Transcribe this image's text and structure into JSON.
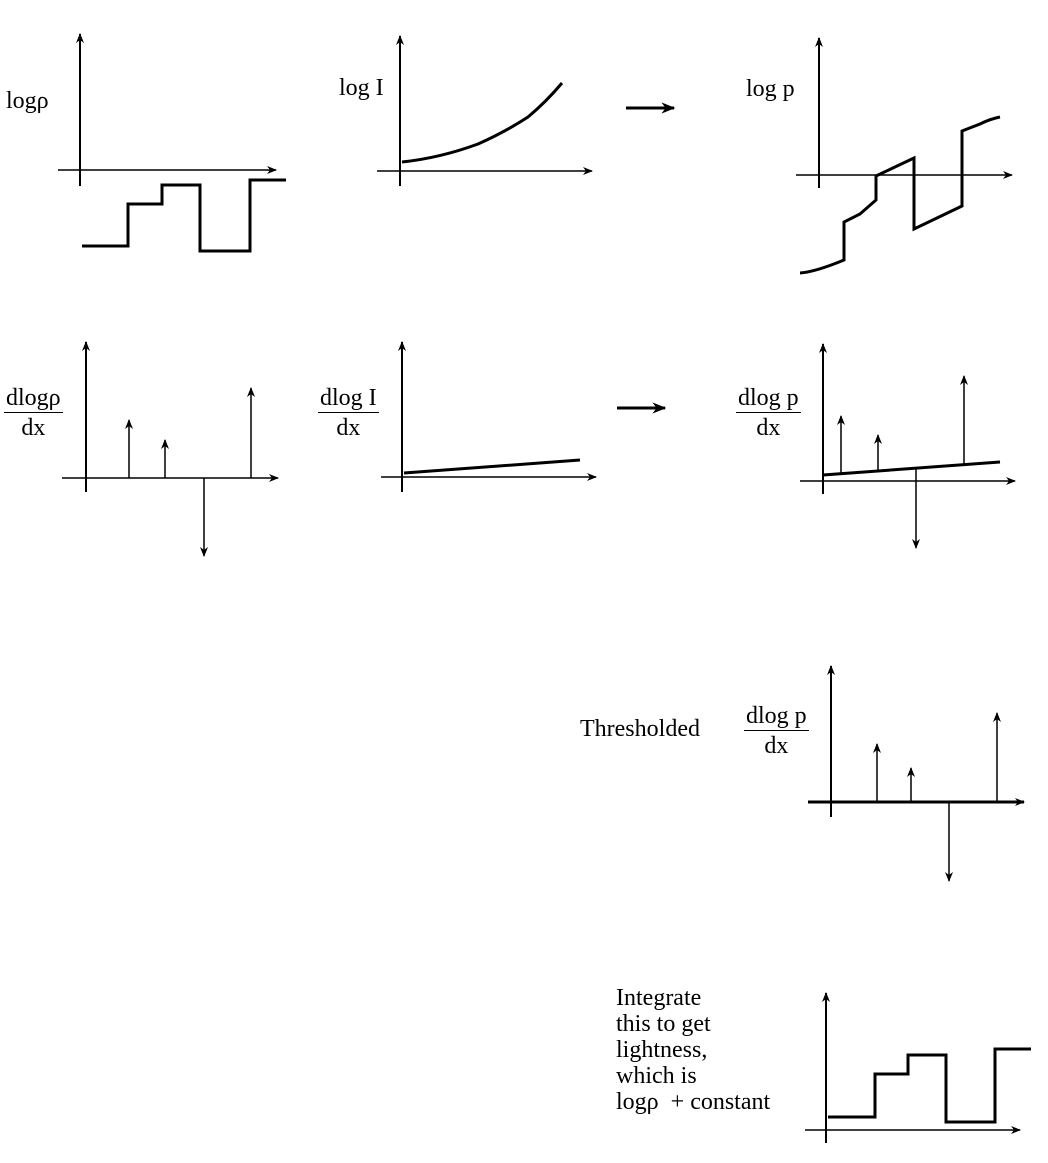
{
  "panel_log_rho": {
    "label": "logρ"
  },
  "panel_log_I": {
    "label": "log I"
  },
  "panel_log_p": {
    "label": "log p"
  },
  "panel_dlog_rho": {
    "numerator": "dlogρ",
    "denominator": "dx"
  },
  "panel_dlog_I": {
    "numerator": "dlog I",
    "denominator": "dx"
  },
  "panel_dlog_p": {
    "numerator": "dlog p",
    "denominator": "dx"
  },
  "panel_threshold": {
    "prefix": "Thresholded",
    "numerator": "dlog p",
    "denominator": "dx"
  },
  "panel_integrate": {
    "lines": [
      "Integrate",
      "this to get",
      "lightness,",
      "which is"
    ],
    "last_line_prefix": "logρ",
    "last_line_suffix": "+ constant"
  },
  "colors": {
    "ink": "#000000",
    "background": "#ffffff"
  }
}
